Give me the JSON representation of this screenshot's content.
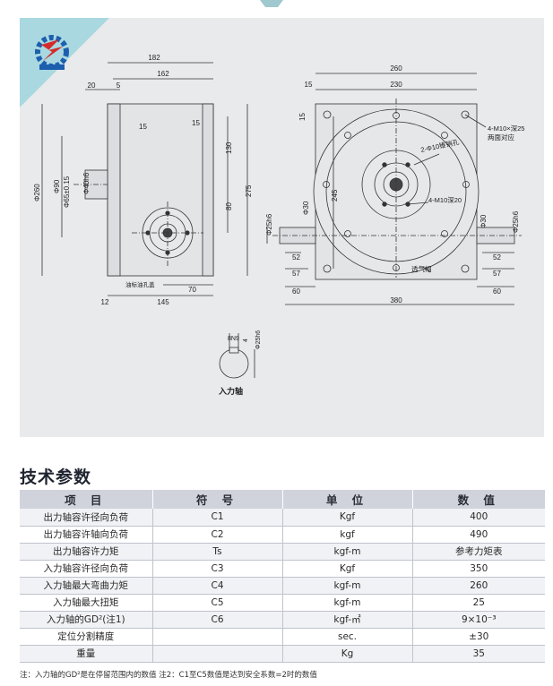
{
  "drawing": {
    "dims_top": [
      "182",
      "162",
      "20",
      "5",
      "260",
      "230",
      "15"
    ],
    "dims_side": [
      "15",
      "15",
      "130",
      "80",
      "275",
      "70",
      "145",
      "12"
    ],
    "dims_left_vertical": [
      "Φ260",
      "Φ90",
      "Φ65±0.15",
      "Φ40h6"
    ],
    "label_oil": "油标油孔盖",
    "front_labels": {
      "hole_note": "4-M10×深25",
      "hole_note2": "两面对应",
      "pin_note": "2-Φ10锥销孔",
      "tap_note": "4-M10深20",
      "vent_note": "透气帽",
      "d30_left": "Φ30",
      "d25h6_left": "Φ25h6",
      "d30_right": "Φ30",
      "d25h6_right": "Φ25h6",
      "d245": "245",
      "d15_left": "15",
      "d52_left": "52",
      "d57_left": "57",
      "d60_left": "60",
      "d52_right": "52",
      "d57_right": "57",
      "d60_right": "60",
      "d380": "380"
    },
    "shaft": {
      "key_label": "8N9",
      "key_depth": "4",
      "shaft_dia": "Φ25h6",
      "caption": "入力轴"
    }
  },
  "section": {
    "title": "技术参数"
  },
  "table": {
    "headers": [
      "项 目",
      "符 号",
      "单 位",
      "数 值"
    ],
    "rows": [
      [
        "出力轴容许径向负荷",
        "C1",
        "Kgf",
        "400"
      ],
      [
        "出力轴容许轴向负荷",
        "C2",
        "kgf",
        "490"
      ],
      [
        "出力轴容许力矩",
        "Ts",
        "kgf-m",
        "参考力矩表"
      ],
      [
        "入力轴容许径向负荷",
        "C3",
        "Kgf",
        "350"
      ],
      [
        "入力轴最大弯曲力矩",
        "C4",
        "kgf-m",
        "260"
      ],
      [
        "入力轴最大扭矩",
        "C5",
        "kgf-m",
        "25"
      ],
      [
        "入力轴的GD²(注1)",
        "C6",
        "kgf-㎡",
        "9×10⁻³"
      ],
      [
        "定位分割精度",
        "",
        "sec.",
        "±30"
      ],
      [
        "重量",
        "",
        "Kg",
        "35"
      ]
    ]
  },
  "footnote": "注：入力轴的GD²是在停留范围内的数值  注2：C1至C5数值是达到安全系数=2时的数值",
  "colors": {
    "panel": "#e9eaec",
    "header": "#d0d3dc",
    "logo_red": "#d42b2b",
    "logo_blue": "#1d5fae",
    "logo_bg": "#a9d8e0"
  }
}
